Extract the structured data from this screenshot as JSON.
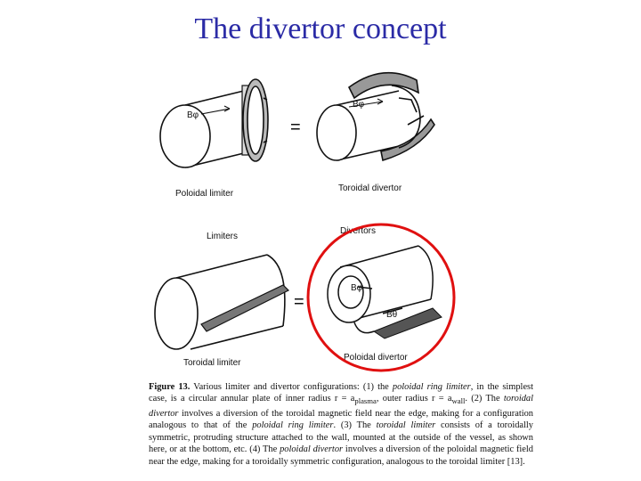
{
  "title": "The divertor concept",
  "figure": {
    "poloidal_limiter_label": "Poloidal limiter",
    "toroidal_divertor_label": "Toroidal divertor",
    "limiters_heading": "Limiters",
    "divertors_heading": "Divertors",
    "toroidal_limiter_label": "Toroidal limiter",
    "poloidal_divertor_label": "Poloidal divertor",
    "b_phi": "Bφ",
    "b_theta": "Bθ",
    "equals": "="
  },
  "caption": {
    "fig_label": "Figure 13.",
    "t1": " Various limiter and divertor configurations: (1) the ",
    "i1": "poloidal ring limiter",
    "t2": ", in the simplest case, is a circular annular plate of inner radius r = a",
    "sub1": "plasma",
    "t3": ", outer radius r = a",
    "sub2": "wall",
    "t4": ". (2) The ",
    "i2": "toroidal divertor",
    "t5": " involves a diversion of the toroidal magnetic field near the edge, making for a configuration analogous to that of the ",
    "i3": "poloidal ring limiter",
    "t6": ". (3) The ",
    "i4": "toroidal limiter",
    "t7": " consists of a toroidally symmetric, protruding structure attached to the wall, mounted at the outside of the vessel, as shown here, or at the bottom, etc. (4) The ",
    "i5": "poloidal divertor",
    "t8": " involves a diversion of the poloidal magnetic field near the edge, making for a toroidally symmetric configuration, analogous to the toroidal limiter [13]."
  }
}
